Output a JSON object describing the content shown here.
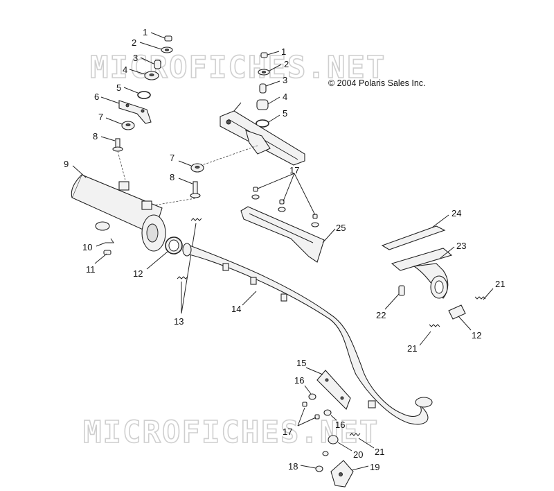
{
  "copyright": "© 2004 Polaris Sales Inc.",
  "watermark": "MICROFICHES.NET",
  "callouts": [
    "1",
    "2",
    "3",
    "4",
    "5",
    "6",
    "7",
    "8",
    "9",
    "10",
    "11",
    "12",
    "13",
    "14",
    "15",
    "16",
    "17",
    "18",
    "19",
    "20",
    "21",
    "22",
    "23",
    "24",
    "25"
  ]
}
